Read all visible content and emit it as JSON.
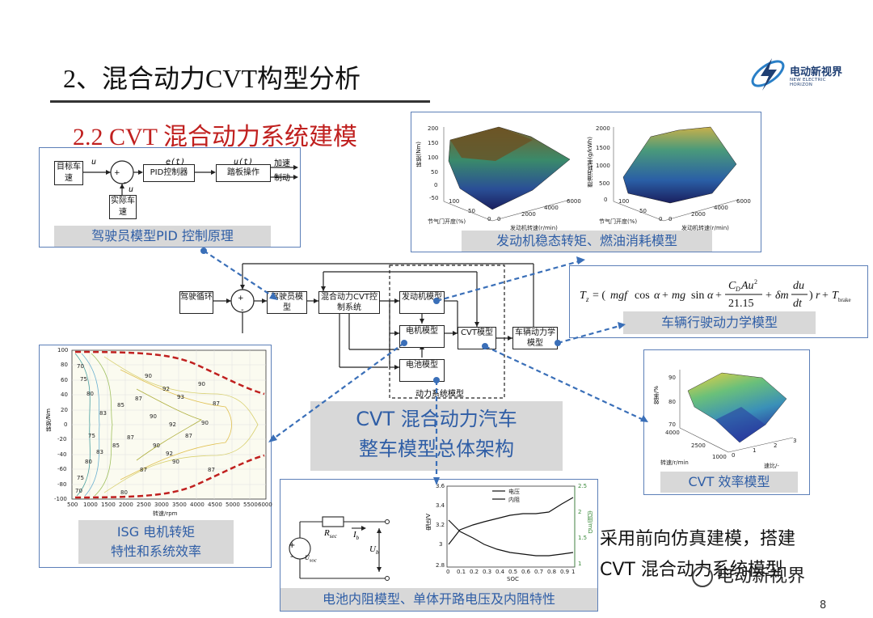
{
  "slide": {
    "title": "2、混合动力CVT构型分析",
    "subtitle": "2.2 CVT 混合动力系统建模",
    "page_number": "8",
    "logo": {
      "name": "电动新视界",
      "tagline": "NEW ELECTRIC HORIZON"
    },
    "watermark": "电动新视界"
  },
  "pid_panel": {
    "caption": "驾驶员模型PID 控制原理",
    "blocks": {
      "target_speed": "目标车速",
      "pid_controller": "PID控制器",
      "pedal": "踏板操作",
      "accel": "加速",
      "brake": "制动",
      "actual_speed": "实际车速"
    },
    "signals": {
      "u_top": "u",
      "e_t": "e(t)",
      "u_t": "u(t)",
      "u_fb": "u",
      "plus": "+",
      "minus": "-"
    }
  },
  "engine_panel": {
    "caption": "发动机稳态转矩、燃油消耗模型",
    "left_plot": {
      "zlabel": "转矩(Nm)",
      "z_ticks": [
        "200",
        "150",
        "100",
        "50",
        "0",
        "-50"
      ],
      "x_ticks": [
        "0",
        "50",
        "100"
      ],
      "y_ticks": [
        "0",
        "2000",
        "4000",
        "6000"
      ],
      "xlabel": "节气门开度(%)",
      "ylabel": "发动机转速(r/min)"
    },
    "right_plot": {
      "zlabel": "燃油消耗率(g/kWh)",
      "z_ticks": [
        "2000",
        "1500",
        "1000",
        "500",
        "0"
      ],
      "x_ticks": [
        "0",
        "50",
        "100"
      ],
      "y_ticks": [
        "0",
        "2000",
        "4000",
        "6000"
      ],
      "xlabel": "节气门开度(%)",
      "ylabel": "发动机转速(r/min)"
    }
  },
  "dynamics_panel": {
    "caption": "车辆行驶动力学模型"
  },
  "system_diagram": {
    "drive_cycle": "驾驶循环",
    "driver_model": "驾驶员模型",
    "hybrid_cvt_control": "混合动力CVT控制系统",
    "engine_model": "发动机模型",
    "motor_model": "电机模型",
    "battery_model": "电池模型",
    "cvt_model": "CVT模型",
    "vehicle_dynamics": "车辆动力学模型",
    "powertrain_label": "动力系统模型",
    "plus": "+",
    "minus": "-"
  },
  "isg_panel": {
    "caption_line1": "ISG 电机转矩",
    "caption_line2": "特性和系统效率",
    "ylabel": "转矩/Nm",
    "xlabel": "转速/rpm",
    "y_ticks": [
      "100",
      "80",
      "60",
      "40",
      "20",
      "0",
      "-20",
      "-40",
      "-60",
      "-80",
      "-100"
    ],
    "x_ticks": [
      "500",
      "1000",
      "1500",
      "2000",
      "2500",
      "3000",
      "3500",
      "4000",
      "4500",
      "5000",
      "5500",
      "6000"
    ],
    "contour_labels": [
      "90",
      "92",
      "93",
      "90",
      "87",
      "85",
      "83",
      "80",
      "75",
      "70",
      "87",
      "90",
      "92",
      "90",
      "87",
      "85",
      "83",
      "80",
      "75",
      "70",
      "87",
      "90",
      "92",
      "90",
      "87",
      "80",
      "75",
      "87"
    ]
  },
  "cvt_title": {
    "line1": "CVT 混合动力汽车",
    "line2": "整车模型总体架构"
  },
  "cvt_eff_panel": {
    "caption": "CVT 效率模型",
    "zlabel": "效率/%",
    "z_ticks": [
      "90",
      "80",
      "70"
    ],
    "x_ticks": [
      "1000",
      "2500",
      "4000"
    ],
    "y_ticks": [
      "0",
      "1",
      "2",
      "3"
    ],
    "xlabel": "转速/r/min",
    "ylabel": "速比/-"
  },
  "battery_panel": {
    "caption": "电池内阻模型、单体开路电压及内阻特性",
    "circuit": {
      "r_label": "R",
      "r_sub": "sec",
      "i_label": "I",
      "i_sub": "b",
      "u_label": "U",
      "u_sub": "b",
      "src_label": "U",
      "src_sub": "soc",
      "plus": "+",
      "minus": "-"
    },
    "plot": {
      "ylabel_left": "电压/V",
      "ylabel_right": "内阻/mΩ",
      "xlabel": "SOC",
      "left_ticks": [
        "3.6",
        "3.4",
        "3.2",
        "3",
        "2.8"
      ],
      "right_ticks": [
        "2.5",
        "2",
        "1.5",
        "1"
      ],
      "x_ticks": [
        "0",
        "0.1",
        "0.2",
        "0.3",
        "0.4",
        "0.5",
        "0.6",
        "0.7",
        "0.8",
        "0.9",
        "1"
      ],
      "legend_voltage": "电压",
      "legend_resistance": "内阻"
    }
  },
  "note": {
    "line1": "采用前向仿真建模，搭建",
    "line2": "CVT 混合动力系统模型"
  }
}
